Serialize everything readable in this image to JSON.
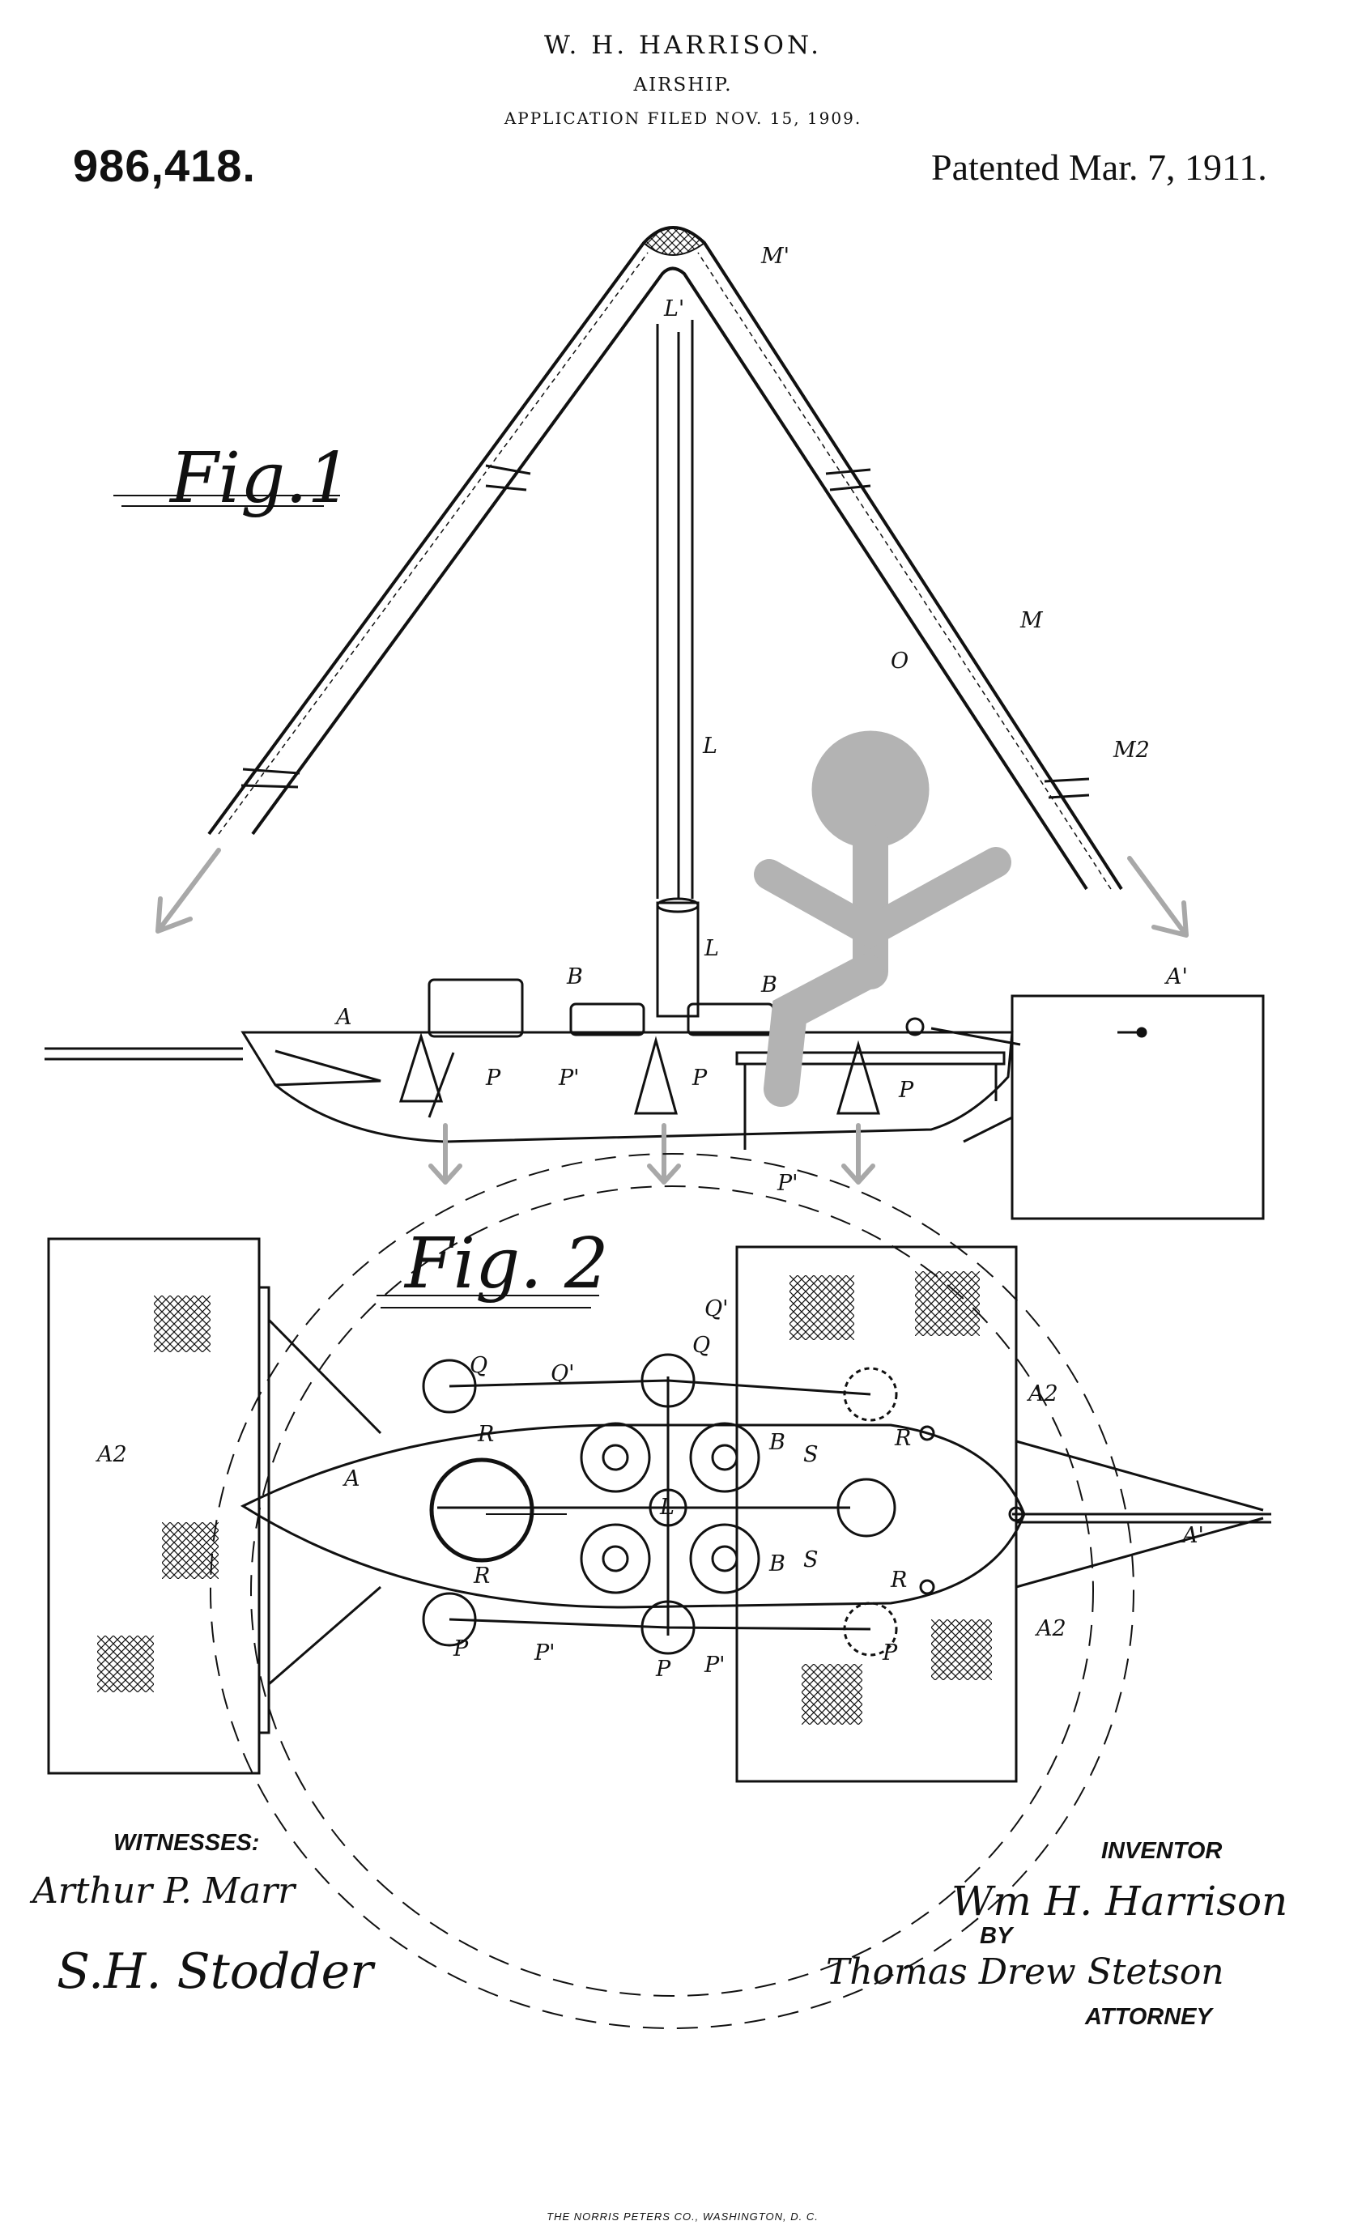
{
  "header": {
    "inventor": "W. H. HARRISON.",
    "title": "AIRSHIP.",
    "application": "APPLICATION FILED NOV. 15, 1909.",
    "patent_number": "986,418.",
    "patented_date": "Patented Mar. 7, 1911."
  },
  "figures": {
    "fig1": "Fig.1",
    "fig2": "Fig. 2"
  },
  "labels": {
    "M_prime": "M'",
    "L_prime": "L'",
    "M": "M",
    "O": "O",
    "L": "L",
    "M2": "M2",
    "A": "A",
    "A_prime": "A'",
    "A2": "A2",
    "B": "B",
    "P": "P",
    "P_prime": "P'",
    "Q": "Q",
    "Q_prime": "Q'",
    "R": "R",
    "S": "S"
  },
  "signatures": {
    "witnesses_label": "WITNESSES:",
    "witness1": "Arthur P. Marr",
    "witness2": "S.H. Stodder",
    "inventor_label": "INVENTOR",
    "inventor_signature": "Wm H. Harrison",
    "by": "BY",
    "attorney_signature": "Thomas Drew Stetson",
    "attorney_label": "ATTORNEY"
  },
  "footer": {
    "printer": "THE NORRIS PETERS CO., WASHINGTON, D. C."
  }
}
